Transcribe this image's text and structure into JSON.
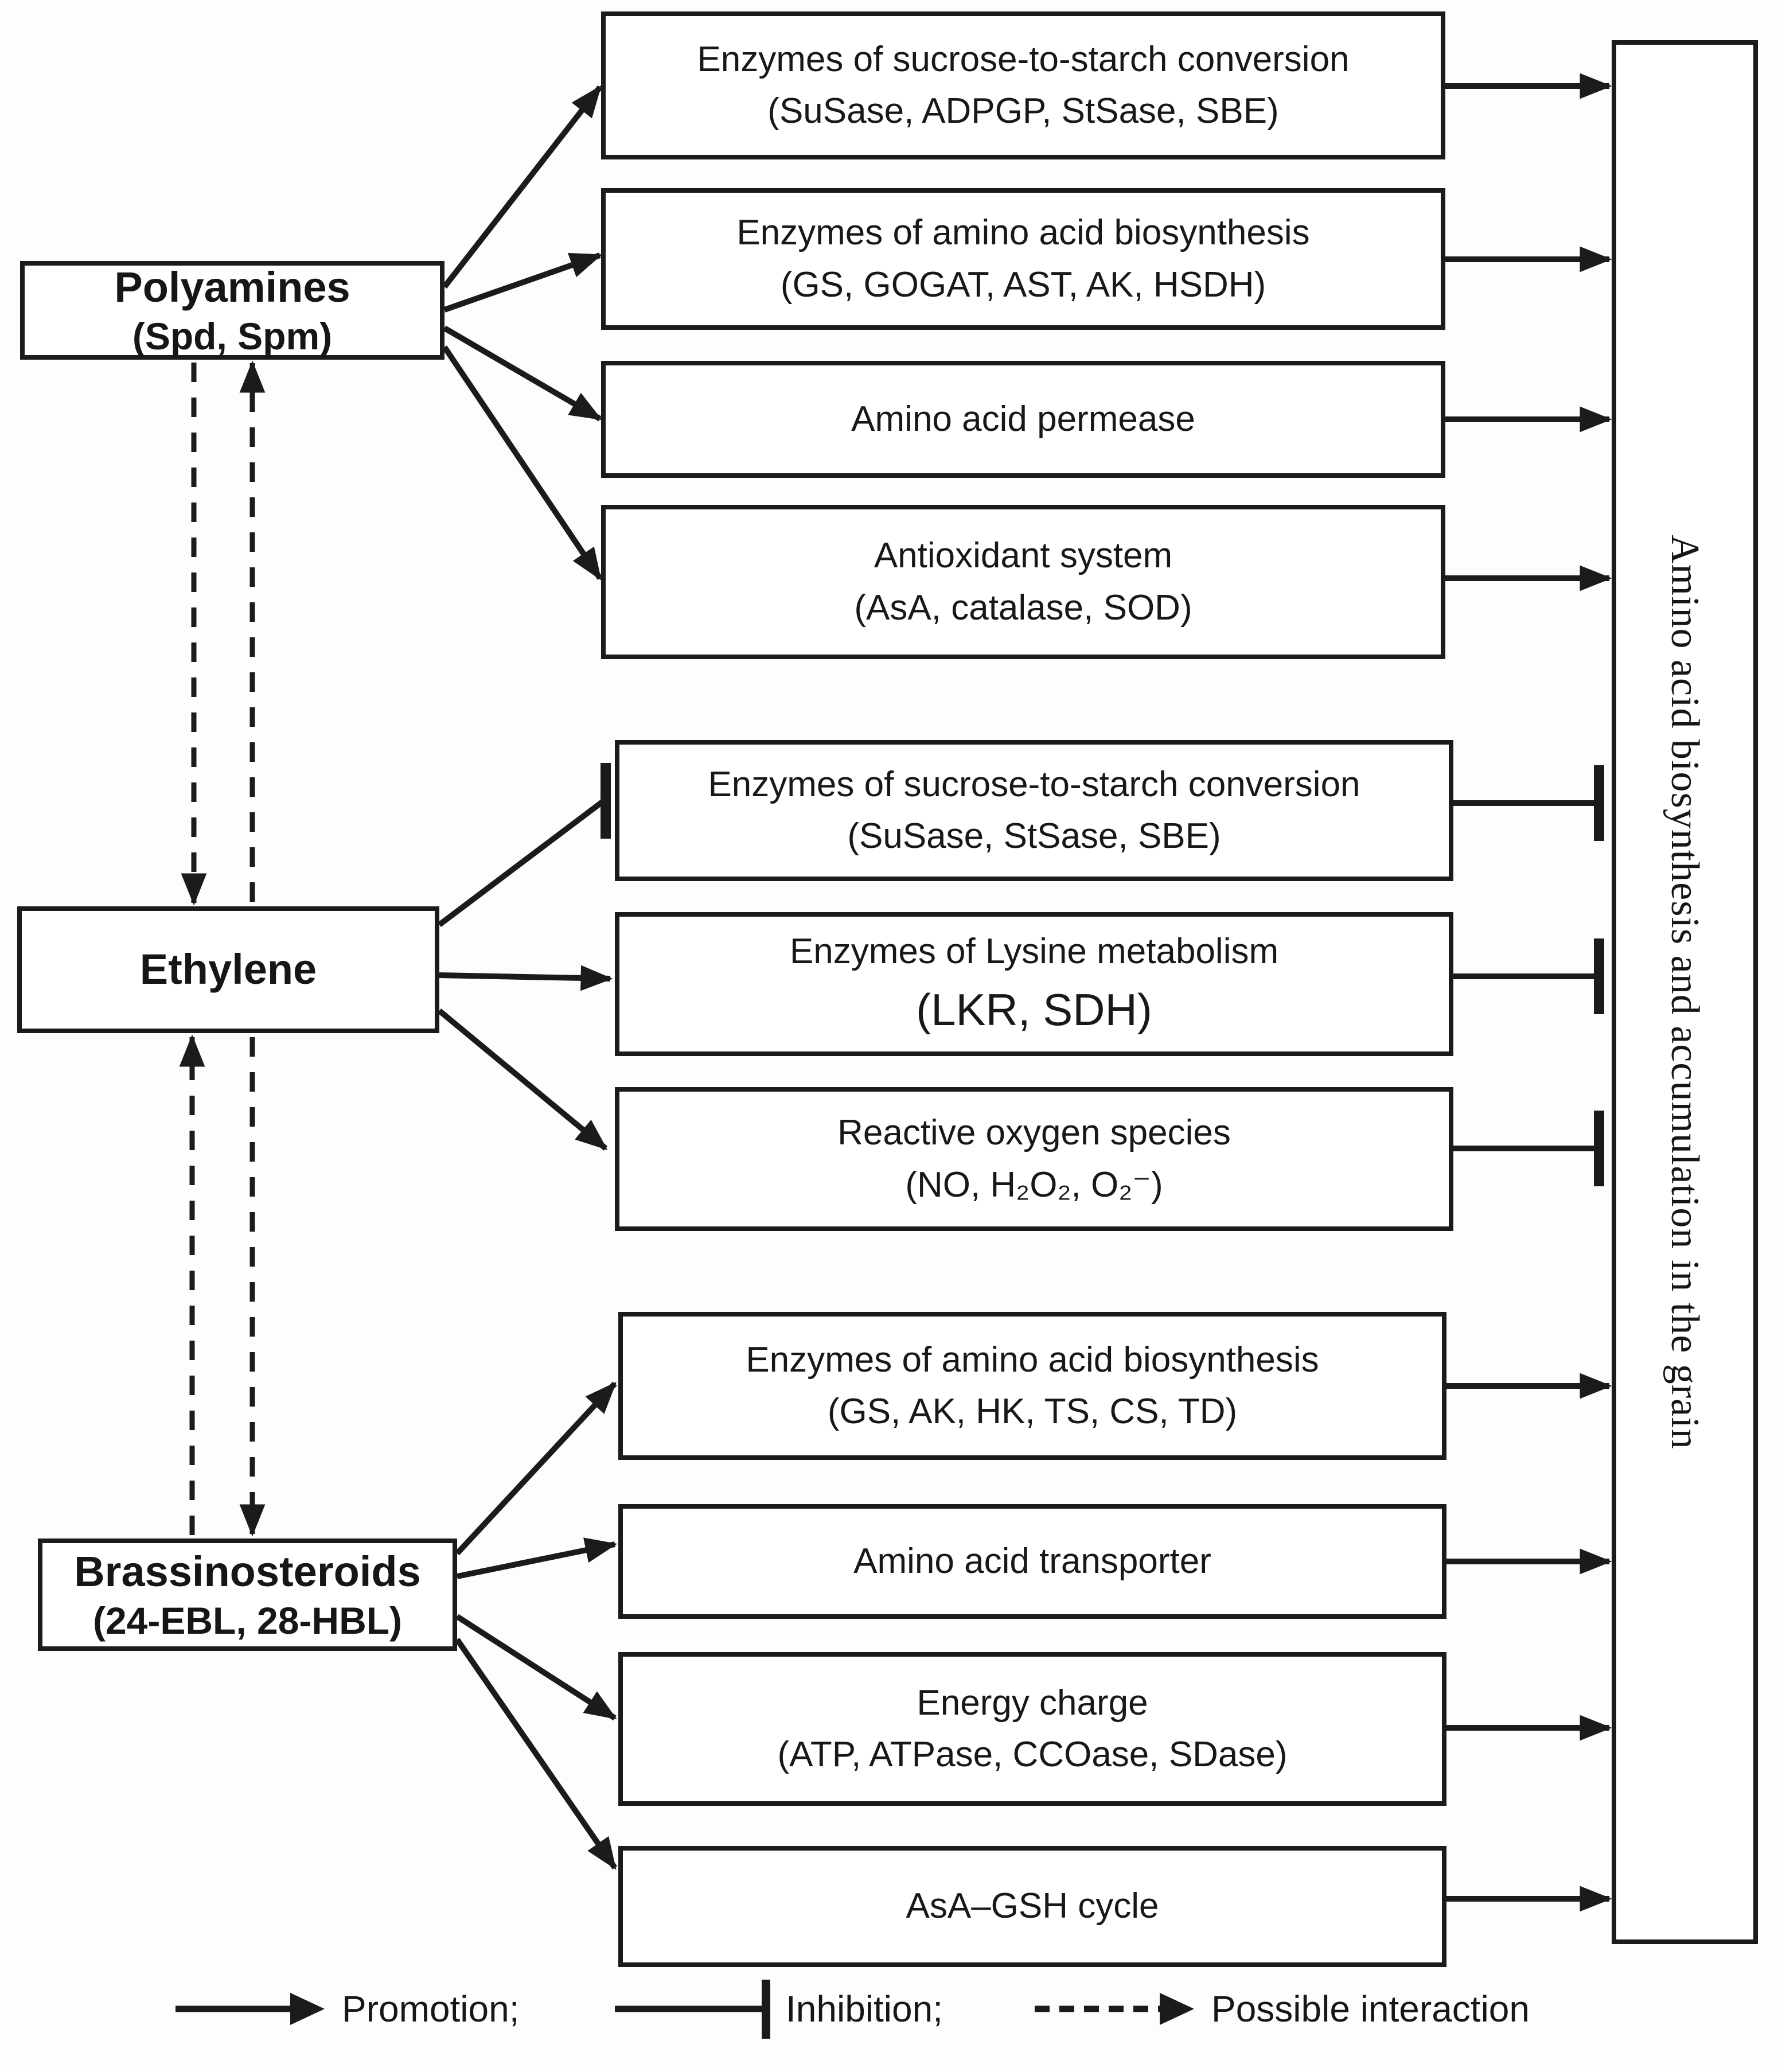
{
  "colors": {
    "ink": "#1b1b1b",
    "paper": "#fdfdfc",
    "box_fill": "#ffffff"
  },
  "sources": [
    {
      "title": "Polyamines",
      "subtitle": "(Spd, Spm)"
    },
    {
      "title": "Ethylene",
      "subtitle": ""
    },
    {
      "title": "Brassinosteroids",
      "subtitle": "(24-EBL, 28-HBL)"
    }
  ],
  "targets": [
    {
      "line1": "Enzymes of sucrose-to-starch conversion",
      "line2": "(SuSase, ADPGP, StSase, SBE)"
    },
    {
      "line1": "Enzymes of amino acid biosynthesis",
      "line2": "(GS, GOGAT, AST, AK, HSDH)"
    },
    {
      "line1": "Amino acid permease",
      "line2": ""
    },
    {
      "line1": "Antioxidant system",
      "line2": "(AsA, catalase, SOD)"
    },
    {
      "line1": "Enzymes of sucrose-to-starch conversion",
      "line2": "(SuSase, StSase, SBE)"
    },
    {
      "line1": "Enzymes of Lysine metabolism",
      "line2": "(LKR, SDH)"
    },
    {
      "line1": "Reactive oxygen species",
      "line2": "(NO, H₂O₂, O₂⁻)"
    },
    {
      "line1": "Enzymes of amino acid biosynthesis",
      "line2": "(GS, AK, HK, TS, CS, TD)"
    },
    {
      "line1": "Amino acid transporter",
      "line2": ""
    },
    {
      "line1": "Energy charge",
      "line2": "(ATP, ATPase, CCOase, SDase)"
    },
    {
      "line1": "AsA–GSH cycle",
      "line2": ""
    }
  ],
  "sink": {
    "label": "Amino acid biosynthesis and accumulation in the grain"
  },
  "legend": {
    "promotion": "Promotion;",
    "inhibition": "Inhibition;",
    "possible": "Possible interaction"
  }
}
